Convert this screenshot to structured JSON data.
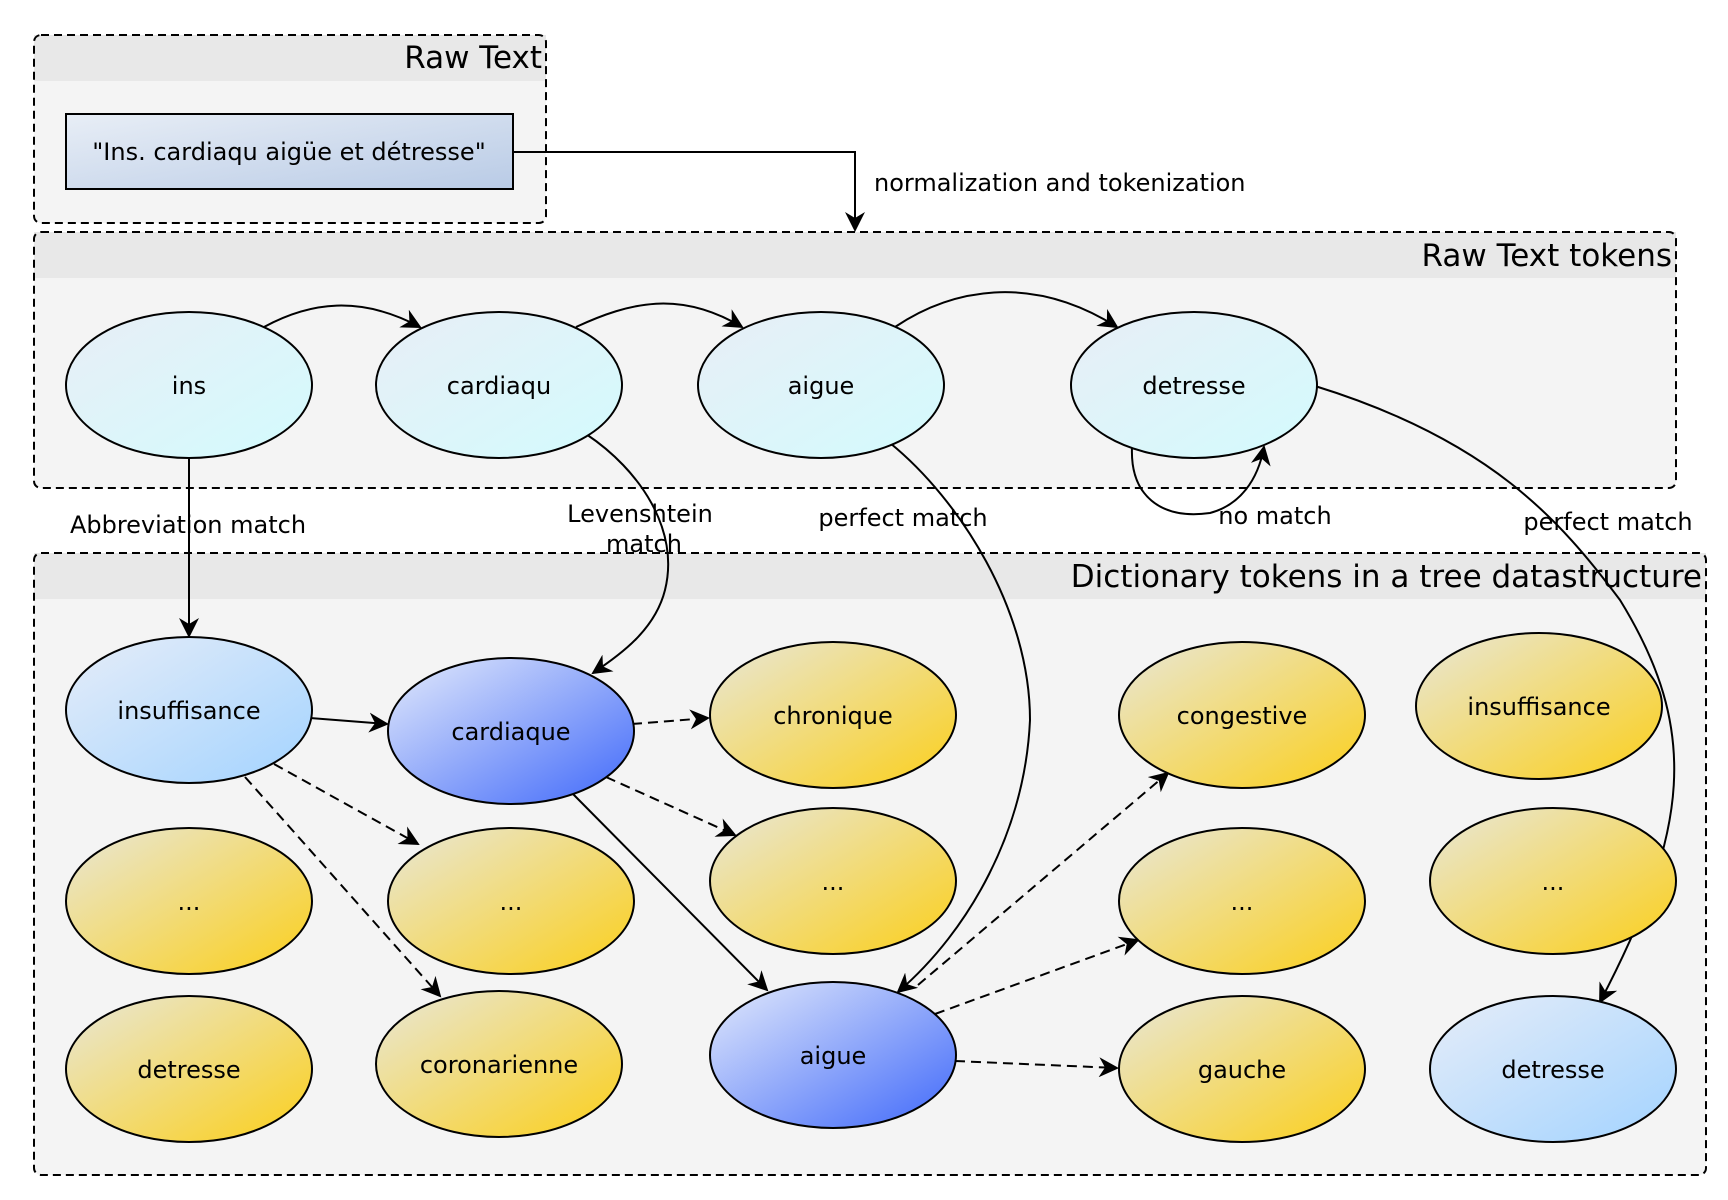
{
  "groups": {
    "raw_text": "Raw Text",
    "raw_tokens": "Raw Text tokens",
    "dictionary": "Dictionary tokens in a tree datastructure"
  },
  "raw_input": "\"Ins. cardiaqu aigüe et détresse\"",
  "tokens": {
    "ins": "ins",
    "cardiaqu": "cardiaqu",
    "aigue": "aigue",
    "detresse": "detresse"
  },
  "dict": {
    "insuffisance": "insuffisance",
    "cardiaque": "cardiaque",
    "chronique": "chronique",
    "congestive": "congestive",
    "insuffisance2": "insuffisance",
    "ellipsis1": "...",
    "ellipsis2": "...",
    "ellipsis3": "...",
    "ellipsis4": "...",
    "ellipsis5": "...",
    "detresse1": "detresse",
    "coronarienne": "coronarienne",
    "aigue": "aigue",
    "gauche": "gauche",
    "detresse2": "detresse"
  },
  "edge_labels": {
    "normalization": "normalization and tokenization",
    "abbreviation": "Abbreviation match",
    "levenshtein_1": "Levenshtein",
    "levenshtein_2": "match",
    "perfect1": "perfect match",
    "no_match": "no match",
    "perfect2": "perfect match"
  },
  "colors": {
    "token_fill": "#d6f8fb",
    "group_header": "#e8e8e8",
    "group_body": "#f4f4f4",
    "input_box": "#c8d6ea",
    "dict_matched_light": "#a9d6fc",
    "dict_matched_dark": "#4a72f8",
    "dict_other": "#f9d227"
  }
}
